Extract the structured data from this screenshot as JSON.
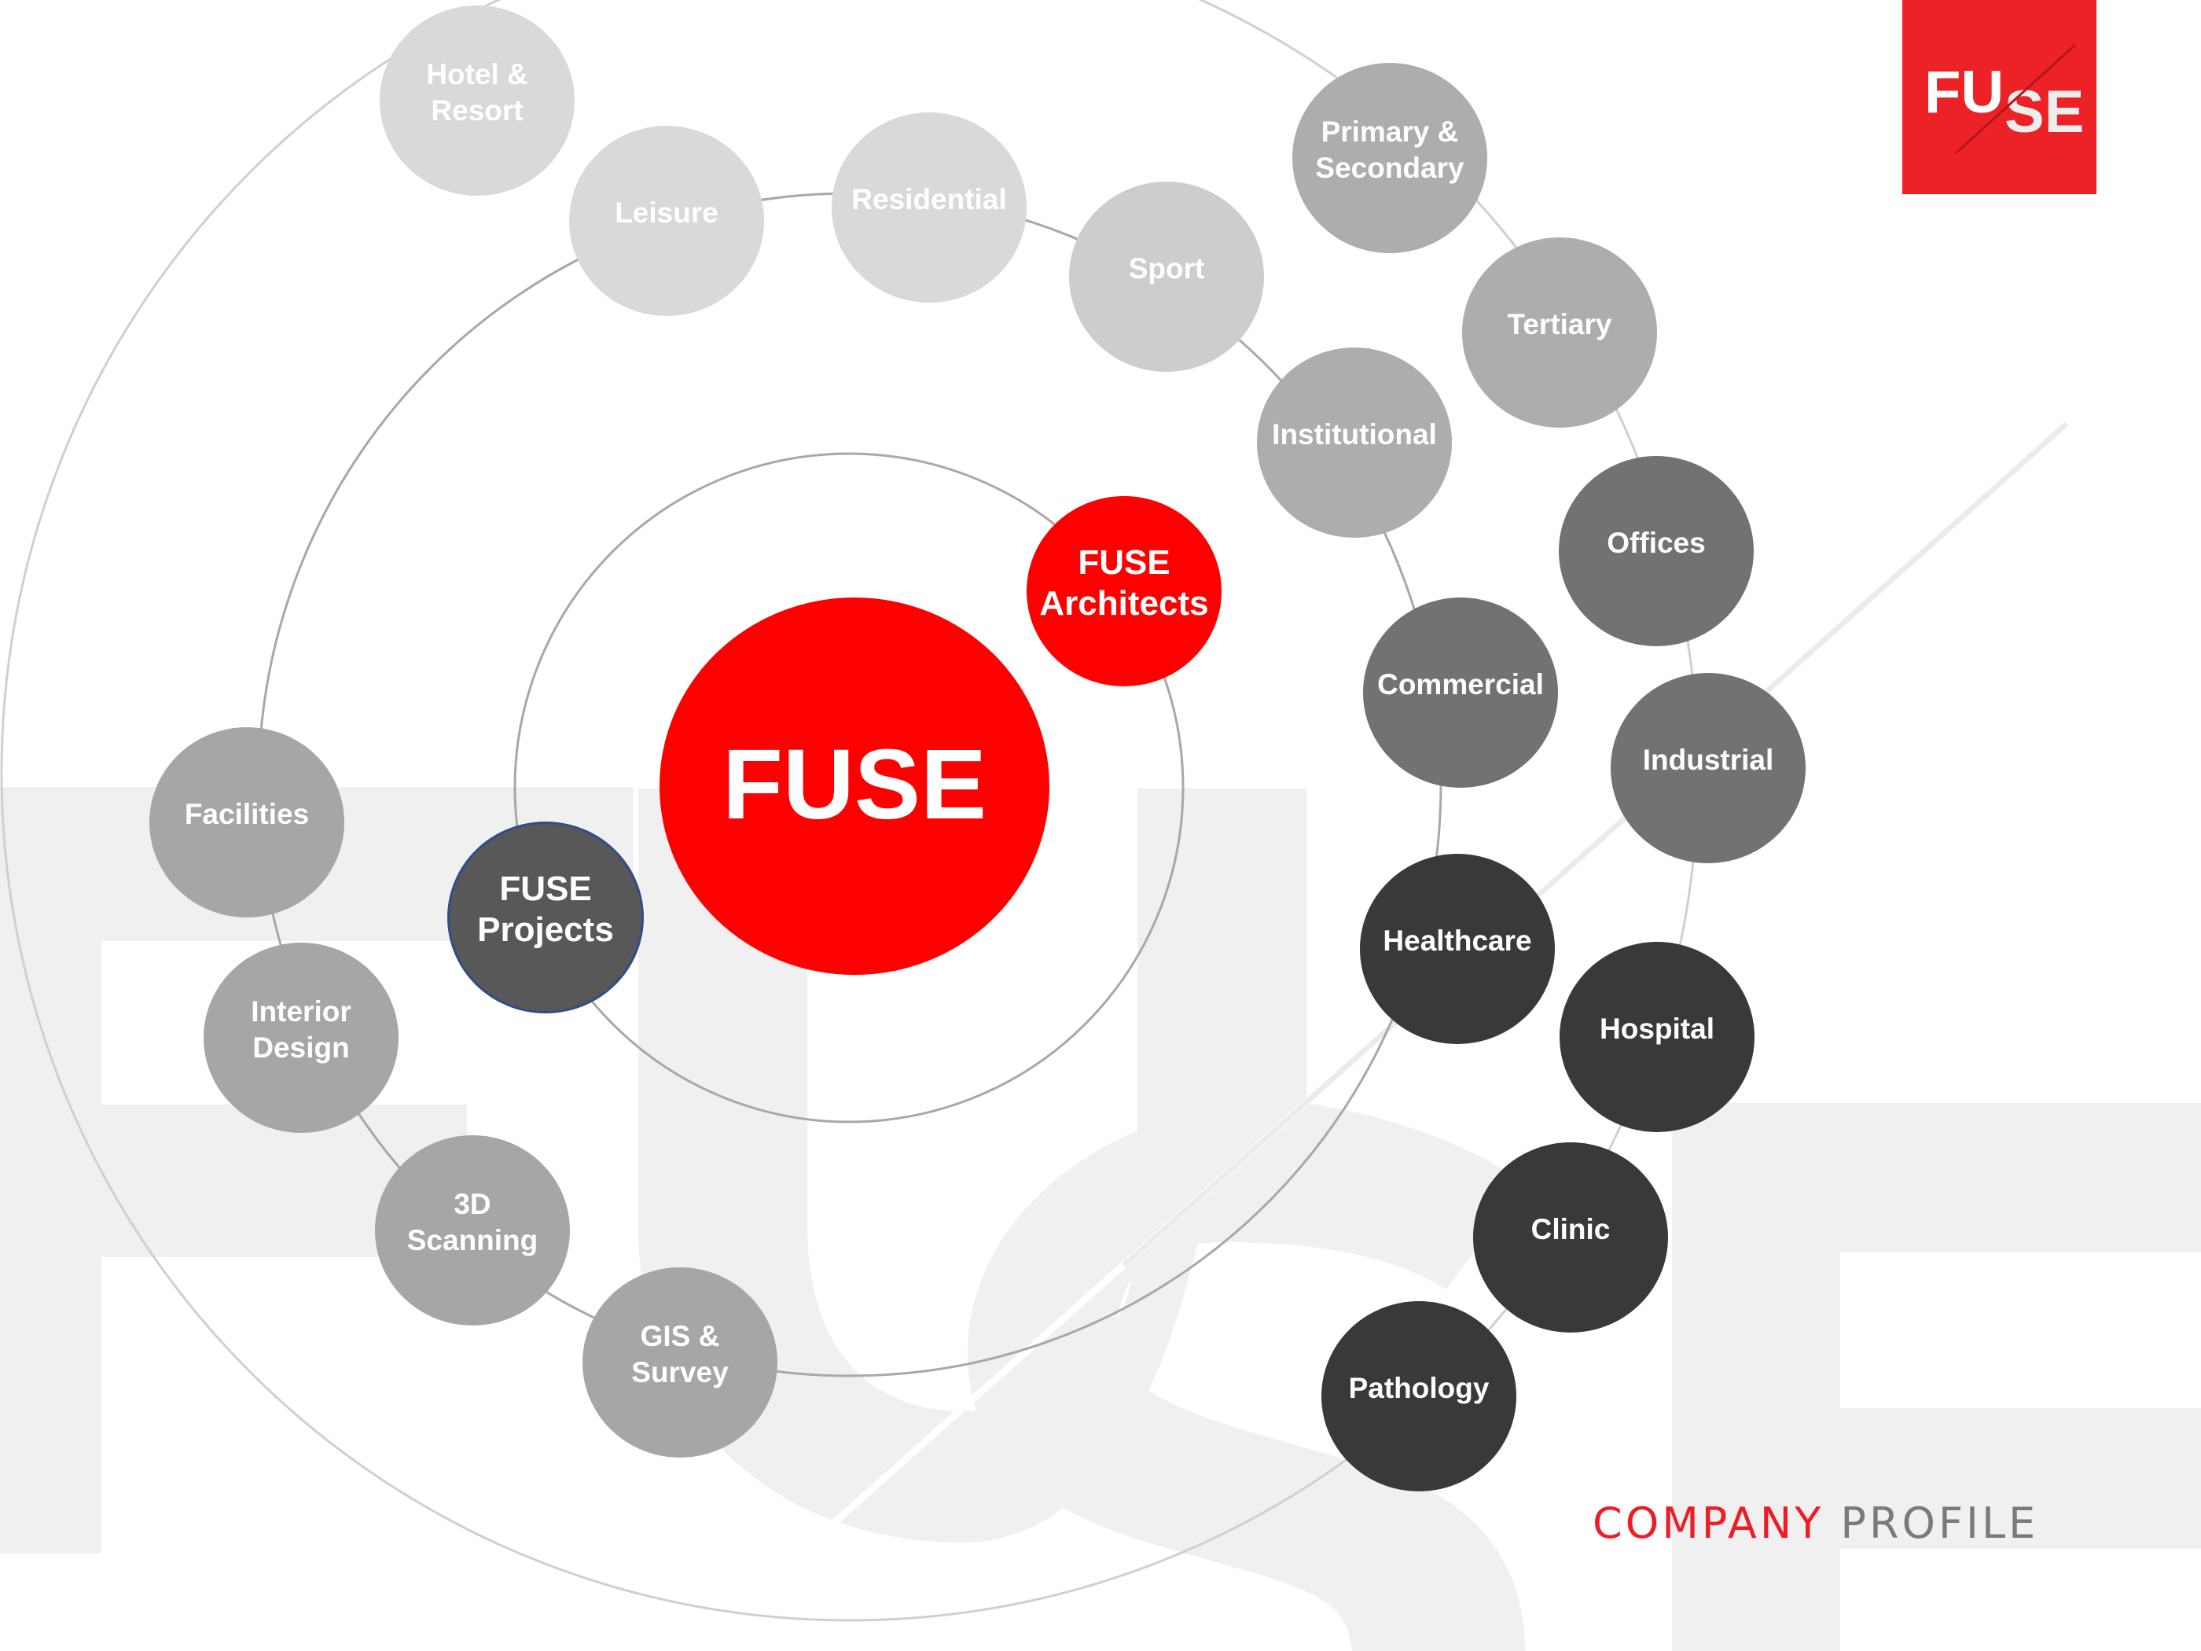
{
  "slide": {
    "title": "FUSE",
    "tagline": {
      "word1": "COMPANY",
      "word2": "PROFILE"
    },
    "logo": {
      "text_left": "FU",
      "text_right": "SE",
      "background": "#ec2227"
    }
  },
  "colors": {
    "brand_red": "#ff0000",
    "logo_red": "#ec2227",
    "projects_fill": "#585858",
    "projects_border": "#2f4d8a",
    "tier_lightest": "#d9d9d9",
    "tier_sport": "#cdcdcd",
    "tier_light": "#aeacac",
    "tier_mid": "#747171",
    "tier_dark": "#3a3938",
    "tier_services": "#a6a6a6",
    "ring_inner": "#a8a8a8",
    "ring_middle": "#a0a0a0",
    "ring_outer": "#d0d0d0",
    "watermark": "#f0f0f0"
  },
  "core": {
    "label": "FUSE"
  },
  "divisions": [
    {
      "id": "architects",
      "label": "FUSE\nArchitects"
    },
    {
      "id": "projects",
      "label": "FUSE\nProjects"
    }
  ],
  "sectors": [
    {
      "id": "hotel-resort",
      "label": "Hotel &\nResort"
    },
    {
      "id": "leisure",
      "label": "Leisure"
    },
    {
      "id": "residential",
      "label": "Residential"
    },
    {
      "id": "sport",
      "label": "Sport"
    },
    {
      "id": "primary-secondary",
      "label": "Primary &\nSecondary"
    },
    {
      "id": "tertiary",
      "label": "Tertiary"
    },
    {
      "id": "institutional",
      "label": "Institutional"
    },
    {
      "id": "offices",
      "label": "Offices"
    },
    {
      "id": "commercial",
      "label": "Commercial"
    },
    {
      "id": "industrial",
      "label": "Industrial"
    },
    {
      "id": "healthcare",
      "label": "Healthcare"
    },
    {
      "id": "hospital",
      "label": "Hospital"
    },
    {
      "id": "clinic",
      "label": "Clinic"
    },
    {
      "id": "pathology",
      "label": "Pathology"
    }
  ],
  "services": [
    {
      "id": "facilities",
      "label": "Facilities"
    },
    {
      "id": "interior-design",
      "label": "Interior\nDesign"
    },
    {
      "id": "3d-scanning",
      "label": "3D\nScanning"
    },
    {
      "id": "gis-survey",
      "label": "GIS &\nSurvey"
    }
  ]
}
